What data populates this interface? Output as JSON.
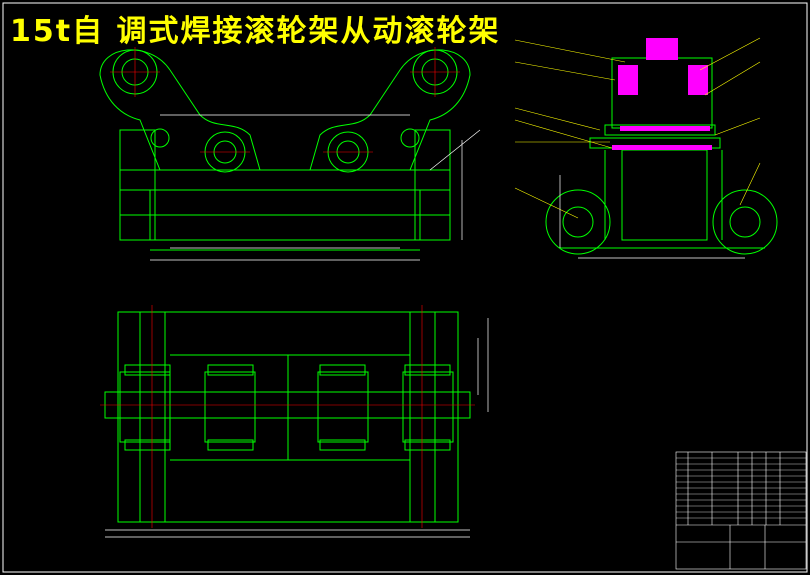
{
  "drawing": {
    "title": "15t自 调式焊接滚轮架从动滚轮架",
    "background": "#000000",
    "line_color": "#00ff00",
    "text_color": "#ffff00",
    "dim_color": "#ffffff",
    "accent_color": "#ff00ff",
    "center_line_color": "#ff0000",
    "border_color": "#ffffff"
  },
  "views": [
    {
      "name": "front-view"
    },
    {
      "name": "side-view"
    },
    {
      "name": "top-view"
    }
  ],
  "title_block": {
    "present": true
  }
}
